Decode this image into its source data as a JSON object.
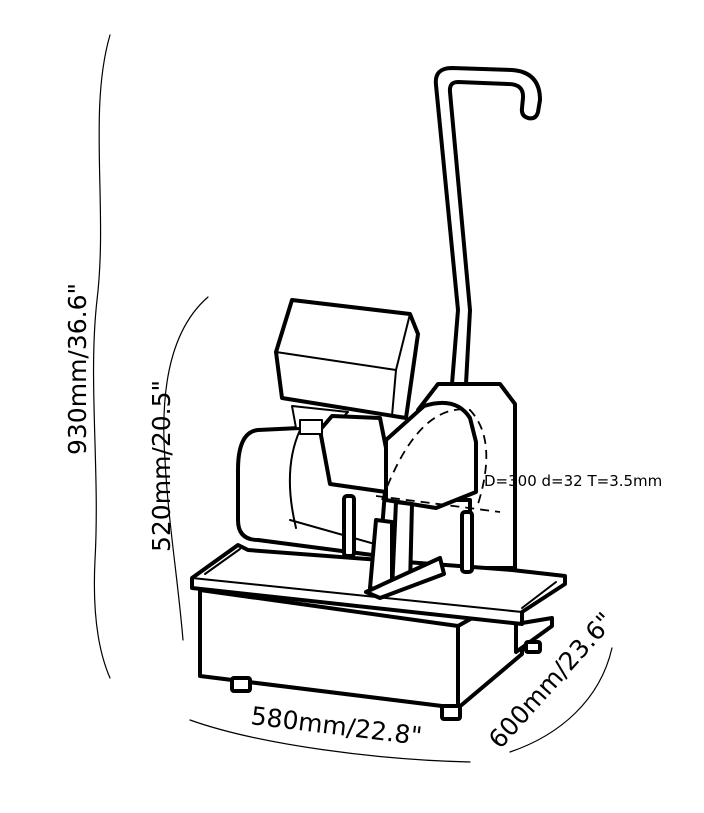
{
  "dimensions": {
    "total_height": "930mm/36.6\"",
    "table_height": "520mm/20.5\"",
    "width": "580mm/22.8\"",
    "depth": "600mm/23.6\""
  },
  "blade_spec": "D=300  d=32  T=3.5mm"
}
